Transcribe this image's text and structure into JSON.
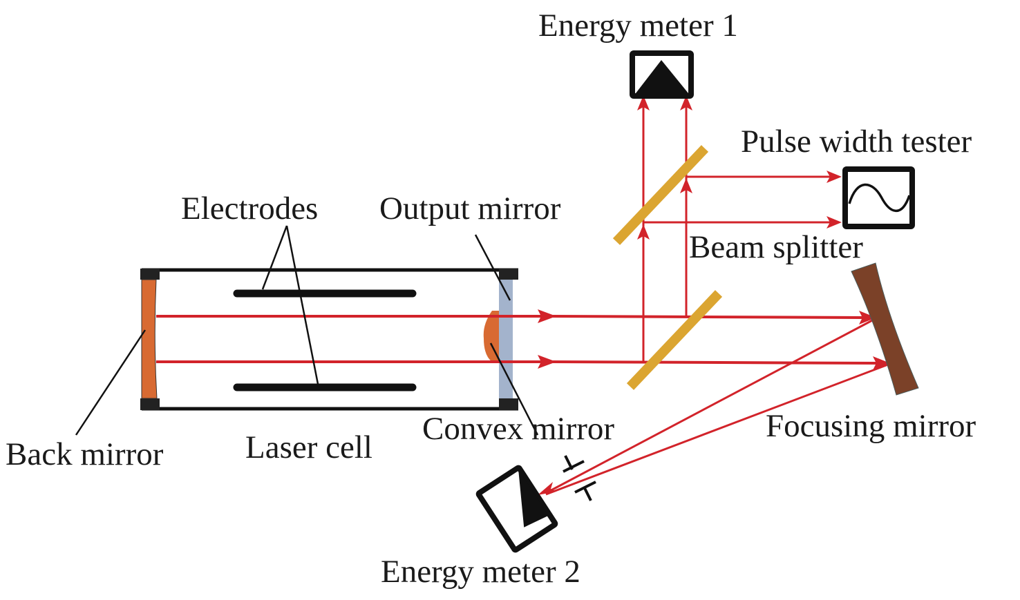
{
  "labels": {
    "energy_meter_1": "Energy meter 1",
    "pulse_width_tester": "Pulse width tester",
    "electrodes": "Electrodes",
    "output_mirror": "Output mirror",
    "beam_splitter": "Beam splitter",
    "convex_mirror": "Convex mirror",
    "focusing_mirror": "Focusing mirror",
    "back_mirror": "Back mirror",
    "laser_cell": "Laser cell",
    "energy_meter_2": "Energy meter 2"
  },
  "colors": {
    "beam": "#d2232a",
    "back_mirror": "#d86a32",
    "output_mirror": "#a3b3cc",
    "beam_splitter": "#dba531",
    "focusing_mirror": "#7b4128",
    "outline": "#111111"
  }
}
